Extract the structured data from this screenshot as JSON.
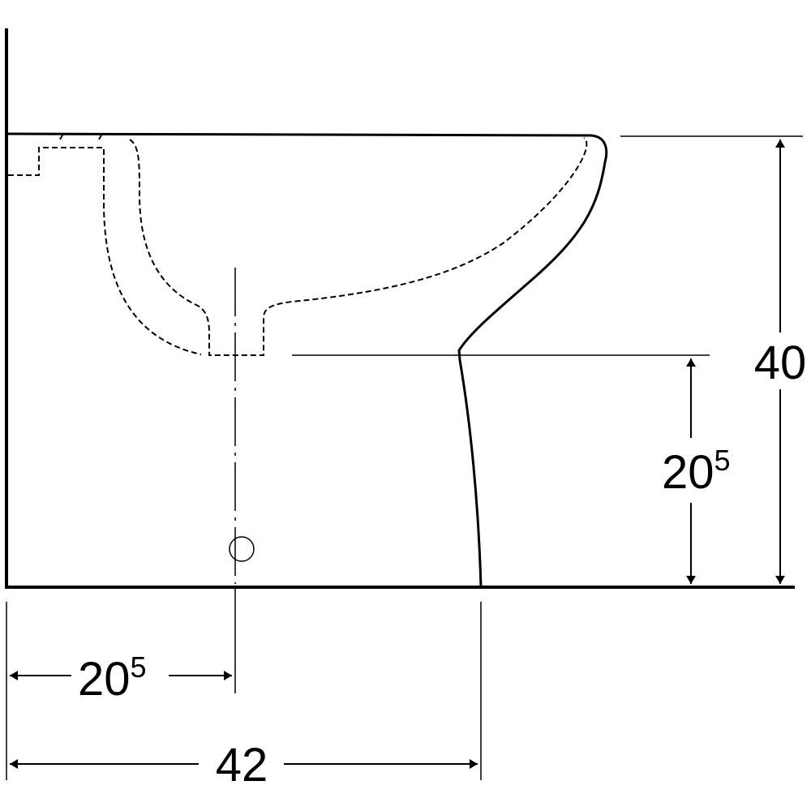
{
  "dimensions": {
    "total_height": {
      "value": "40"
    },
    "outlet_height": {
      "value": "20",
      "superscript": "5"
    },
    "outlet_distance": {
      "value": "20",
      "superscript": "5"
    },
    "total_depth": {
      "value": "42"
    }
  }
}
